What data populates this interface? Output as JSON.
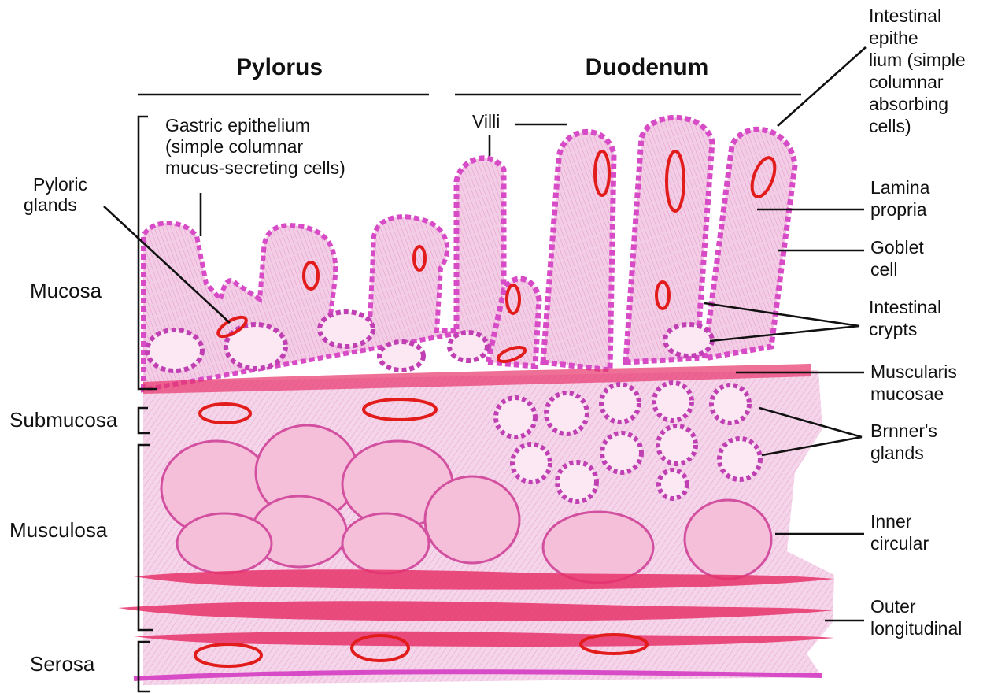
{
  "headings": {
    "pylorus": "Pylorus",
    "duodenum": "Duodenum"
  },
  "regions": {
    "mucosa": "Mucosa",
    "submucosa": "Submucosa",
    "musculosa": "Musculosa",
    "serosa": "Serosa"
  },
  "labels": {
    "gastric_epithelium": [
      "Gastric epithelium",
      "(simple columnar",
      "mucus-secreting cells)"
    ],
    "pyloric_glands": [
      "Pyloric",
      "glands"
    ],
    "villi": "Villi",
    "intestinal_epithelium": [
      "Intestinal",
      "epithe",
      "lium (simple",
      "columnar",
      "absorbing",
      "cells)"
    ],
    "lamina_propria": [
      "Lamina",
      "propria"
    ],
    "goblet_cell": [
      "Goblet",
      "cell"
    ],
    "intestinal_crypts": [
      "Intestinal",
      "crypts"
    ],
    "muscularis_mucosae": [
      "Muscularis",
      "mucosae"
    ],
    "brunners_glands": [
      "Brnner's",
      "glands"
    ],
    "inner_circular": [
      "Inner",
      "circular"
    ],
    "outer_longitudinal": [
      "Outer",
      "longitudinal"
    ]
  },
  "colors": {
    "tissue_pink": "#f2c6e0",
    "epithelium_magenta": "#d84bc6",
    "nucleus_purple": "#4a2c8c",
    "vessel_red": "#e21b1b",
    "muscle_red": "#e8336b"
  }
}
